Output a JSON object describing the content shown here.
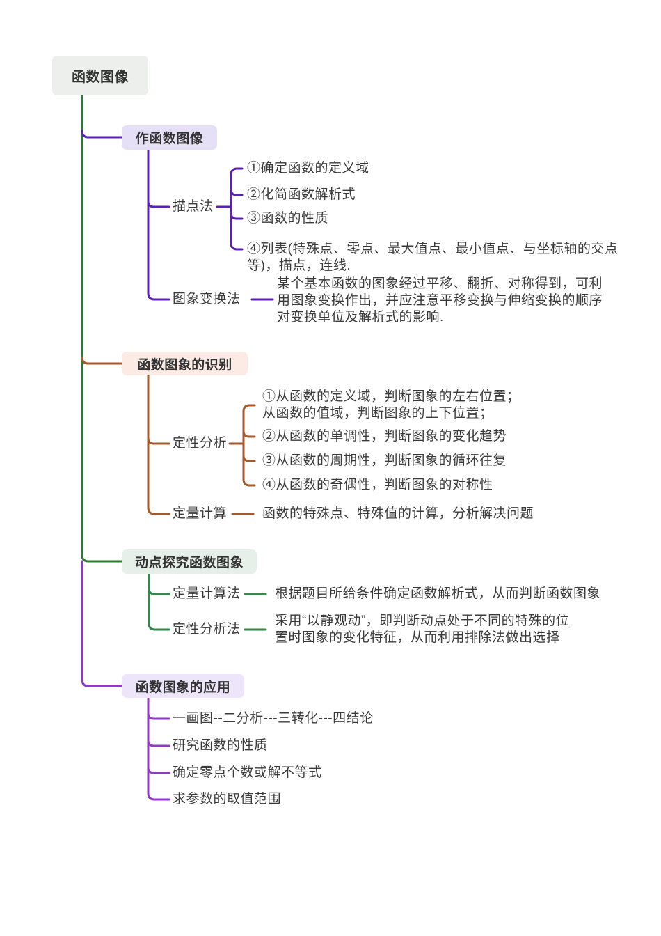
{
  "page": {
    "title": "函数图像思维导图"
  },
  "colors": {
    "trunk_green": "#2d7a36",
    "branch_purple": "#5c1fb3",
    "branch_orange": "#a9582a",
    "branch_green": "#2e8b4a",
    "branch_violet": "#9138c4",
    "root_bg": "#ecefeb",
    "box1_bg": "#e6e0f7",
    "box2_bg": "#fcebe5",
    "box3_bg": "#e6efe8",
    "box4_bg": "#ede5f9",
    "text": "#3a3a3a"
  },
  "root": {
    "label": "函数图像"
  },
  "branch1": {
    "label": "作函数图像",
    "miaodianfa": {
      "label": "描点法",
      "items": [
        "①确定函数的定义域",
        "②化简函数解析式",
        "③函数的性质",
        "④列表(特殊点、零点、最大值点、最小值点、与坐标轴的交点\n等)，描点，连线."
      ]
    },
    "tuxiangbianhuanfa": {
      "label": "图象变换法",
      "note": "某个基本函数的图象经过平移、翻折、对称得到，可利\n用图象变换作出，并应注意平移变换与伸缩变换的顺序\n对变换单位及解析式的影响."
    }
  },
  "branch2": {
    "label": "函数图象的识别",
    "dingxingfenxi": {
      "label": "定性分析",
      "items": [
        "①从函数的定义域，判断图象的左右位置；\n从函数的值域，判断图象的上下位置；",
        "②从函数的单调性，判断图象的变化趋势",
        "③从函数的周期性，判断图象的循环往复",
        "④从函数的奇偶性，判断图象的对称性"
      ]
    },
    "dingliangjisuan": {
      "label": "定量计算",
      "note": "函数的特殊点、特殊值的计算，分析解决问题"
    }
  },
  "branch3": {
    "label": "动点探究函数图象",
    "dingliangjisuanfa": {
      "label": "定量计算法",
      "note": "根据题目所给条件确定函数解析式，从而判断函数图象"
    },
    "dingxingfenxifa": {
      "label": "定性分析法",
      "note": "采用“以静观动”，即判断动点处于不同的特殊的位\n置时图象的变化特征，从而利用排除法做出选择"
    }
  },
  "branch4": {
    "label": "函数图象的应用",
    "items": [
      "一画图--二分析---三转化---四结论",
      "研究函数的性质",
      "确定零点个数或解不等式",
      "求参数的取值范围"
    ]
  }
}
